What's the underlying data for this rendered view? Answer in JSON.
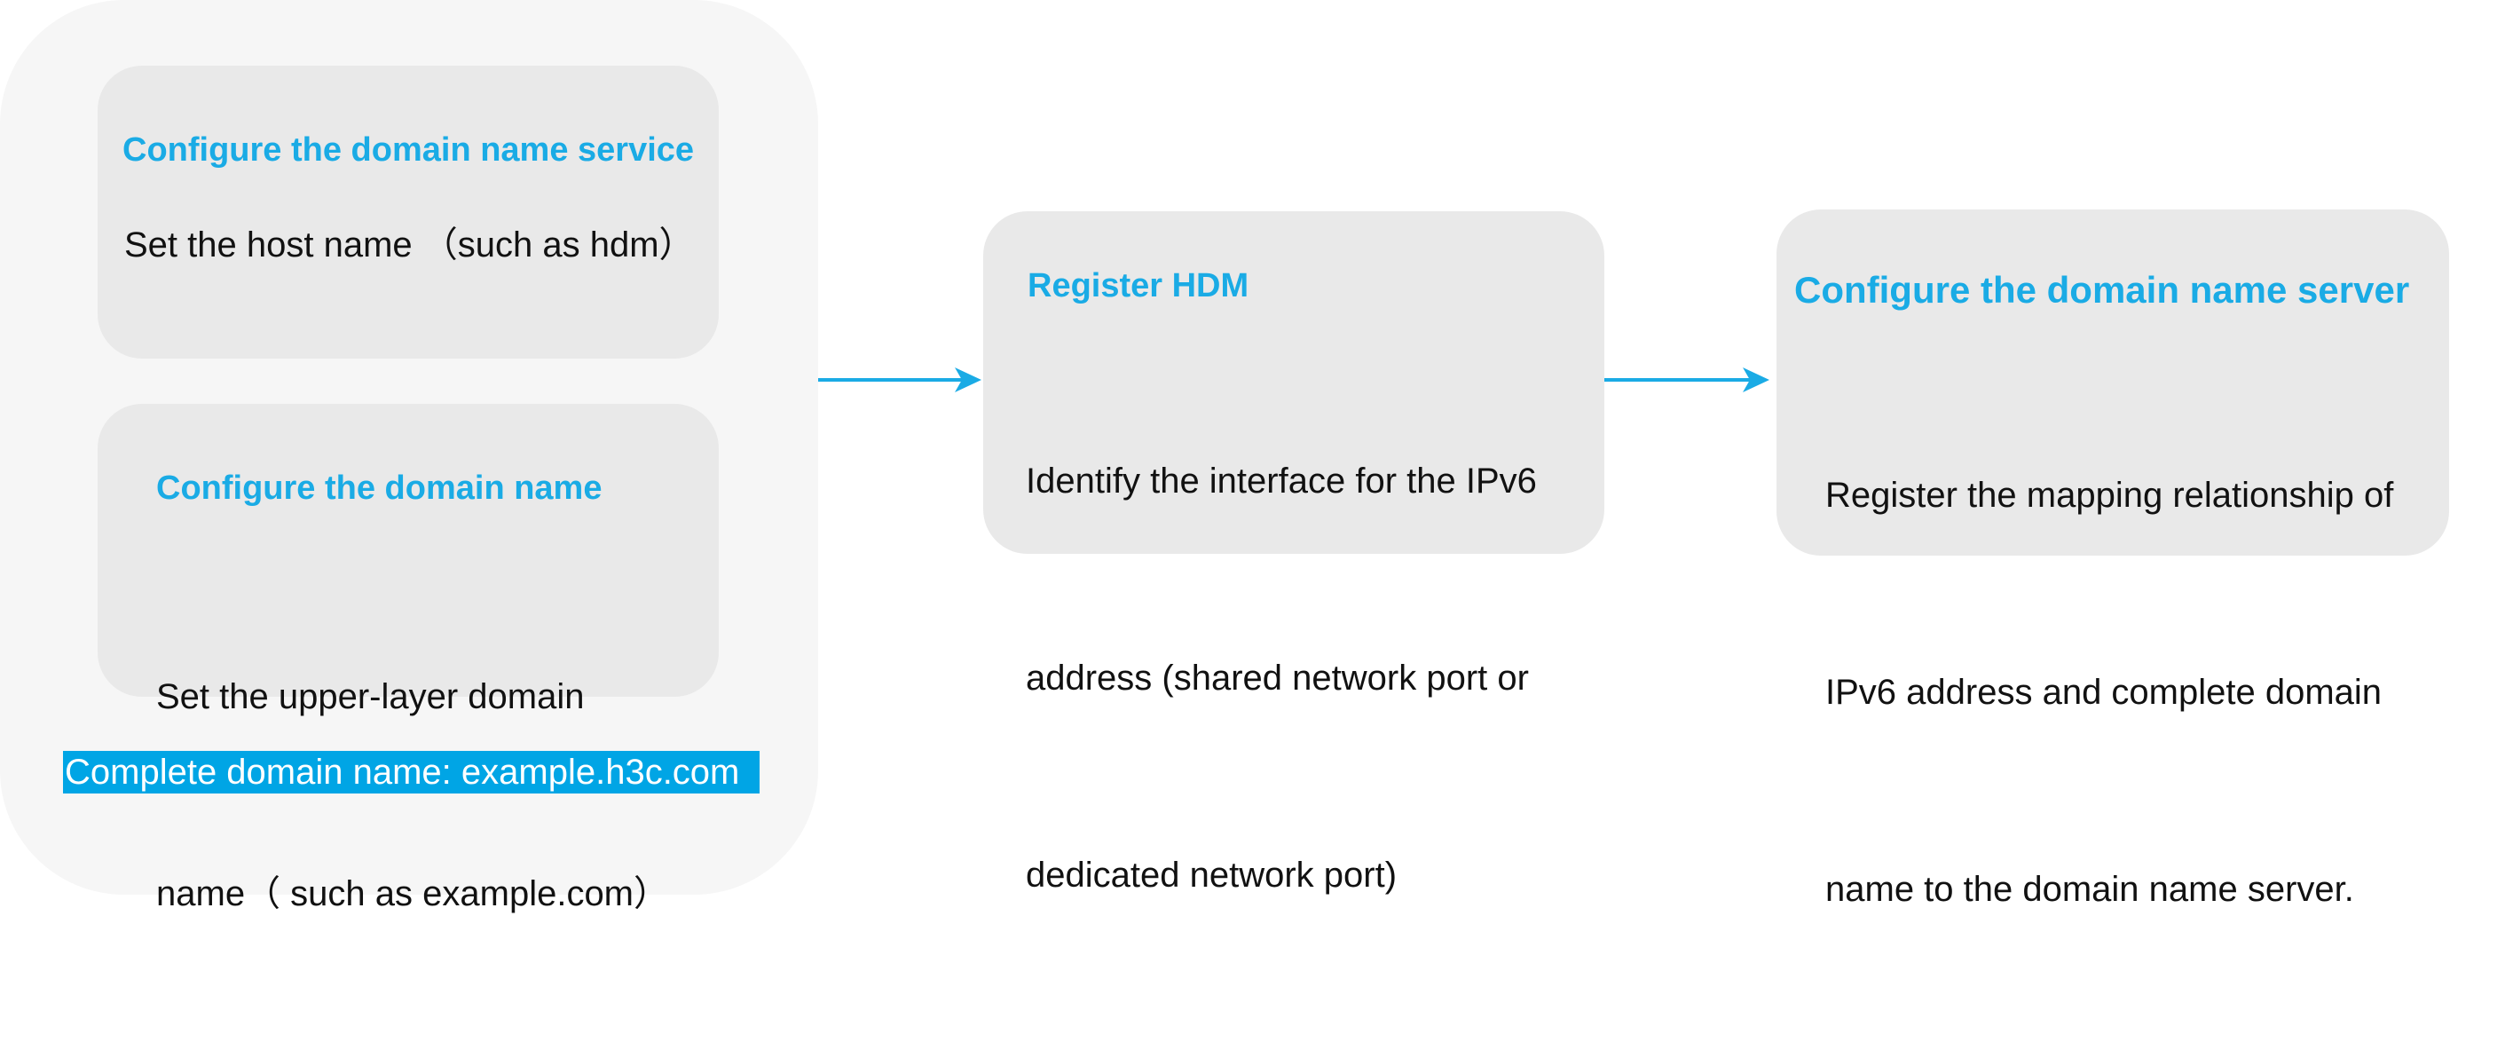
{
  "colors": {
    "accent": "#1aabe5",
    "highlight_bg": "#00a5e5",
    "box_bg": "#e9e9e9",
    "group_bg": "#f6f6f6"
  },
  "domain_service": {
    "title": "Configure the domain name service",
    "body": "Set the host name （such as hdm）"
  },
  "domain_name": {
    "title": "Configure the domain name",
    "body_lines": [
      "Set the upper-layer domain",
      "name（ such as example.com）"
    ]
  },
  "complete_domain": "Complete domain name: example.h3c.com",
  "register_hdm": {
    "title": "Register HDM",
    "body_lines": [
      "Identify the interface for the IPv6",
      "address (shared network port or",
      "dedicated network port)"
    ]
  },
  "dns_server": {
    "title": "Configure the domain name server",
    "body_lines": [
      "Register the mapping relationship of",
      "IPv6 address and complete domain",
      "name to the domain name server."
    ]
  }
}
